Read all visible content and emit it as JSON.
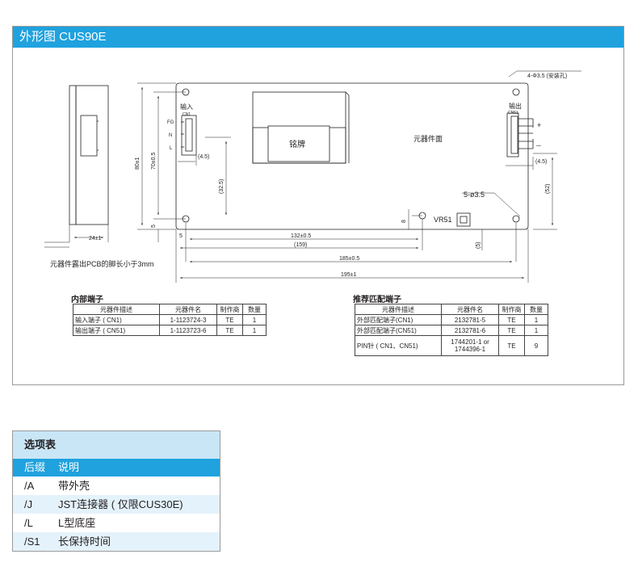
{
  "header": {
    "title": "外形图 CUS90E"
  },
  "drawing": {
    "side_width": "24±1",
    "side_note": "元器件露出PCB的脚长小于3mm",
    "input_label": "输入",
    "cn1": "CN1",
    "fg": "FG",
    "n": "N",
    "l": "L",
    "output_label": "输出",
    "cn51": "CN51",
    "plus": "+",
    "minus": "－",
    "nameplate": "铭牌",
    "component_side": "元器件面",
    "mount_holes": "4-Φ3.5 (安装孔)",
    "holes_5": "5-ø3.5",
    "vr51": "VR51",
    "dim_80": "80±1",
    "dim_70": "70±0.5",
    "dim_5_left": "5",
    "dim_32_5": "(32.5)",
    "dim_4_5_left": "(4.5)",
    "dim_4_5_right": "(4.5)",
    "dim_52": "(52)",
    "dim_8": "8",
    "dim_5_bottom": "5",
    "dim_132": "132±0.5",
    "dim_159": "(159)",
    "dim_5_paren": "(5)",
    "dim_185": "185±0.5",
    "dim_195": "195±1"
  },
  "internal_table": {
    "title": "内部端子",
    "headers": [
      "元器件描述",
      "元器件名",
      "制作商",
      "数量"
    ],
    "rows": [
      [
        "输入端子 ( CN1)",
        "1-1123724-3",
        "TE",
        "1"
      ],
      [
        "输出端子 ( CN51)",
        "1-1123723-6",
        "TE",
        "1"
      ]
    ]
  },
  "mating_table": {
    "title": "推荐匹配端子",
    "headers": [
      "元器件描述",
      "元器件名",
      "制作商",
      "数量"
    ],
    "rows": [
      [
        "外部匹配端子(CN1)",
        "2132781-5",
        "TE",
        "1"
      ],
      [
        "外部匹配端子(CN51)",
        "2132781-6",
        "TE",
        "1"
      ],
      [
        "PIN针 ( CN1、CN51)",
        "1744201-1 or",
        "1744396-1",
        "TE",
        "9"
      ]
    ]
  },
  "options": {
    "title": "选项表",
    "col_suffix": "后缀",
    "col_desc": "说明",
    "rows": [
      {
        "suffix": "/A",
        "desc": "带外壳"
      },
      {
        "suffix": "/J",
        "desc": "JST连接器 ( 仅限CUS30E)"
      },
      {
        "suffix": "/L",
        "desc": "L型底座"
      },
      {
        "suffix": "/S1",
        "desc": "长保持时间"
      }
    ]
  }
}
